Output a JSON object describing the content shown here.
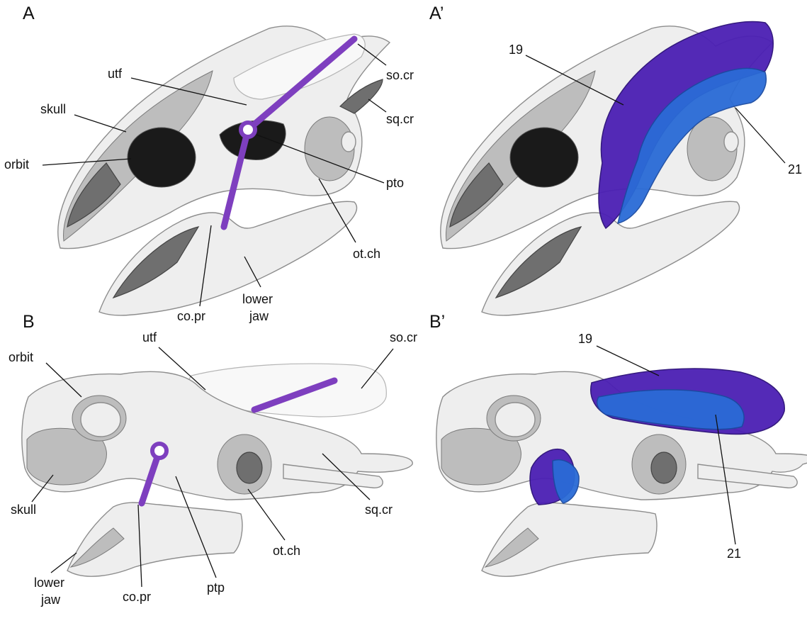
{
  "panels": {
    "A": "A",
    "A_prime": "A’",
    "B": "B",
    "B_prime": "B’"
  },
  "labels": {
    "A": {
      "utf": "utf",
      "skull": "skull",
      "orbit": "orbit",
      "so_cr": "so.cr",
      "sq_cr": "sq.cr",
      "pto": "pto",
      "ot_ch": "ot.ch",
      "lower": "lower",
      "jaw": "jaw",
      "co_pr": "co.pr"
    },
    "A_prime": {
      "m19": "19",
      "m21": "21"
    },
    "B": {
      "utf": "utf",
      "so_cr": "so.cr",
      "orbit": "orbit",
      "skull": "skull",
      "sq_cr": "sq.cr",
      "ot_ch": "ot.ch",
      "lower": "lower",
      "jaw": "jaw",
      "co_pr": "co.pr",
      "ptp": "ptp"
    },
    "B_prime": {
      "m19": "19",
      "m21": "21"
    }
  },
  "colors": {
    "lever": "#7e3fbf",
    "muscle_19": "#4b1fb4",
    "muscle_21": "#2a6bd6",
    "bone": "#eeeeee"
  }
}
